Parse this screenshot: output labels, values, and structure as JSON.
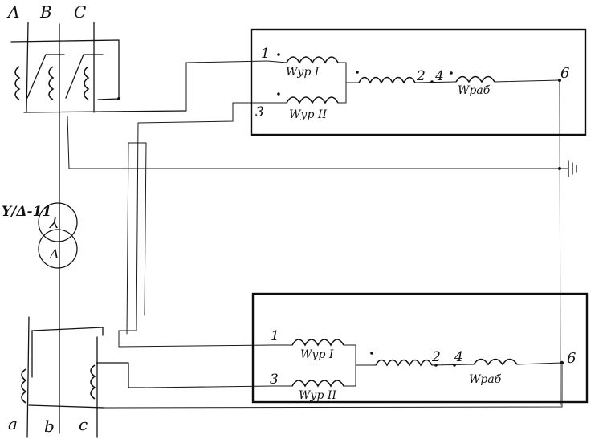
{
  "phases_top": [
    "A",
    "B",
    "C"
  ],
  "phases_bottom": [
    "a",
    "b",
    "c"
  ],
  "transformer_label": "Y/Δ-11",
  "transformer_symbols": {
    "primary": "⅄",
    "secondary": "Δ"
  },
  "upper_relay": {
    "winding_1": "Wур I",
    "winding_2": "Wур II",
    "winding_work": "Wраб",
    "terminals": [
      "1",
      "3",
      "2",
      "4",
      "6"
    ]
  },
  "lower_relay": {
    "winding_1": "Wур I",
    "winding_2": "Wур II",
    "winding_work": "Wраб",
    "terminals": [
      "1",
      "3",
      "2",
      "4",
      "6"
    ]
  },
  "ground_symbol": "ground-icon"
}
